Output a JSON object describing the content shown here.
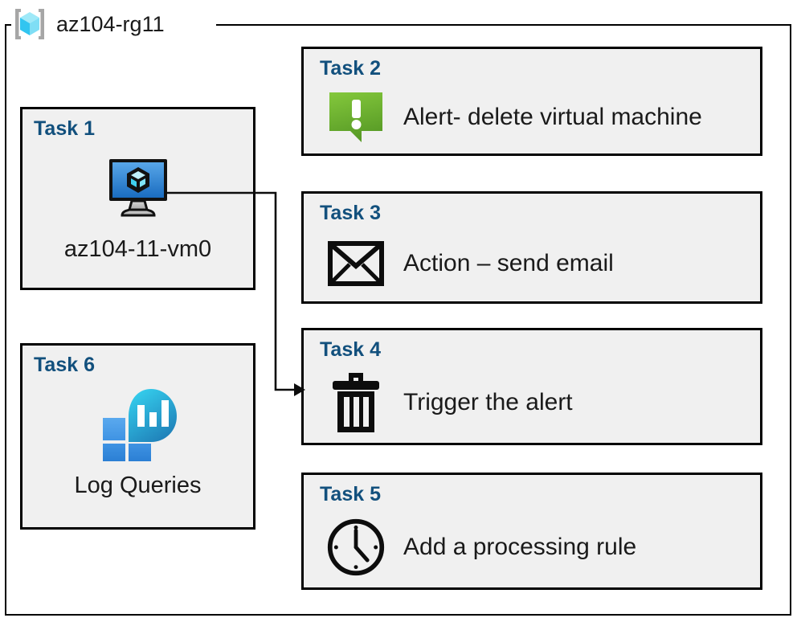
{
  "diagram": {
    "resource_group": {
      "icon": "resource-group-cube-icon",
      "name": "az104-rg11"
    },
    "colors": {
      "task_label": "#12507d",
      "card_fill": "#f0f0f0",
      "card_border": "#000000",
      "alert_green_light": "#7cc242",
      "alert_green_dark": "#5a9b28",
      "vm_blue_light": "#4d9be0",
      "vm_blue_dark": "#1b6fc4",
      "log_blue": "#2b8cdd",
      "log_teal": "#2fc6e8"
    },
    "cards": [
      {
        "id": "task1",
        "title": "Task 1",
        "icon": "virtual-machine-icon",
        "caption": "az104-11-vm0"
      },
      {
        "id": "task2",
        "title": "Task 2",
        "icon": "alert-exclamation-bubble-icon",
        "caption": "Alert- delete virtual machine"
      },
      {
        "id": "task3",
        "title": "Task 3",
        "icon": "envelope-icon",
        "caption": "Action – send email"
      },
      {
        "id": "task4",
        "title": "Task 4",
        "icon": "trash-delete-icon",
        "caption": "Trigger the alert"
      },
      {
        "id": "task5",
        "title": "Task 5",
        "icon": "clock-icon",
        "caption": "Add a processing rule"
      },
      {
        "id": "task6",
        "title": "Task 6",
        "icon": "log-analytics-icon",
        "caption": "Log Queries"
      }
    ],
    "connector": {
      "from": "task1",
      "to": "task4",
      "arrow": "arrow-right"
    }
  }
}
